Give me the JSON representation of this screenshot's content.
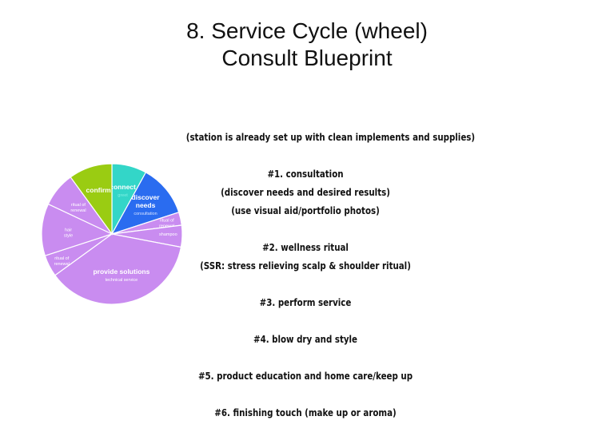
{
  "title": {
    "line1": "8. Service Cycle (wheel)",
    "line2": "Consult Blueprint"
  },
  "wheel": {
    "segments": [
      {
        "label": "connect",
        "sublabel": "greet",
        "value": 8,
        "color": "#33d6c8",
        "label_color": "#ffffff",
        "sub_color": "#7ff0e4"
      },
      {
        "label": "discover needs",
        "sublabel": "consultation",
        "value": 12,
        "color": "#2a6cf0",
        "label_color": "#ffffff",
        "sub_color": "#d6e2ff"
      },
      {
        "label": "",
        "sublabel": "ritual of renewal",
        "value": 3,
        "color": "#c98cf0",
        "label_color": "#ffffff",
        "sub_color": "#ffffff"
      },
      {
        "label": "",
        "sublabel": "shampoo",
        "value": 5,
        "color": "#c98cf0",
        "label_color": "#ffffff",
        "sub_color": "#ffffff"
      },
      {
        "label": "provide solutions",
        "sublabel": "technical service",
        "value": 37,
        "color": "#c98cf0",
        "label_color": "#ffffff",
        "sub_color": "#ffffff"
      },
      {
        "label": "",
        "sublabel": "ritual of renewal",
        "value": 5,
        "color": "#c98cf0",
        "label_color": "#ffffff",
        "sub_color": "#ffffff"
      },
      {
        "label": "",
        "sublabel": "hair style",
        "value": 12,
        "color": "#c98cf0",
        "label_color": "#ffffff",
        "sub_color": "#ffffff"
      },
      {
        "label": "",
        "sublabel": "ritual of renewal",
        "value": 8,
        "color": "#c98cf0",
        "label_color": "#ffffff",
        "sub_color": "#ffffff"
      },
      {
        "label": "confirm",
        "sublabel": "",
        "value": 10,
        "color": "#9acc12",
        "label_color": "#ffffff",
        "sub_color": "#ffffff"
      }
    ]
  },
  "notes": {
    "intro": "(station is already set up with clean implements and supplies)",
    "step1": "#1. consultation",
    "step1_a": "(discover needs and desired results)",
    "step1_b": "(use visual aid/portfolio photos)",
    "step2": "#2. wellness ritual",
    "step2_a": "(SSR: stress relieving scalp & shoulder ritual)",
    "step3": "#3. perform service",
    "step4": "#4. blow dry and style",
    "step5": "#5. product education and home care/keep up",
    "step6": "#6. finishing touch (make up or aroma)"
  }
}
